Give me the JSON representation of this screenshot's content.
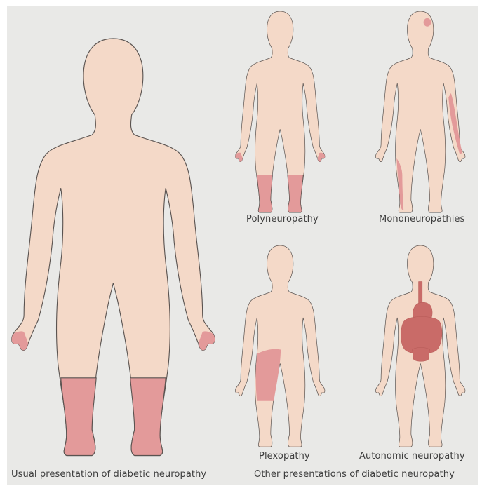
{
  "figure": {
    "colors": {
      "background": "#e9e9e7",
      "skin": "#f4d9c8",
      "outline": "#5a5350",
      "affected": "#e39a9a",
      "affected_dark": "#c96c6c",
      "organs": "#c96b68"
    },
    "labels": {
      "polyneuropathy": "Polyneuropathy",
      "mononeuropathies": "Mononeuropathies",
      "plexopathy": "Plexopathy",
      "autonomic_neuropathy": "Autonomic neuropathy",
      "usual_presentation": "Usual presentation of diabetic neuropathy",
      "other_presentations": "Other presentations of diabetic neuropathy"
    },
    "figures": [
      {
        "id": "usual",
        "affected": "stockings-and-fingertips"
      },
      {
        "id": "polyneuropathy",
        "affected": "stockings-and-fingertips"
      },
      {
        "id": "mononeuropathies",
        "affected": "head-spot, right-forearm, left-shin"
      },
      {
        "id": "plexopathy",
        "affected": "right-thigh"
      },
      {
        "id": "autonomic",
        "affected": "abdominal-organs"
      }
    ]
  }
}
